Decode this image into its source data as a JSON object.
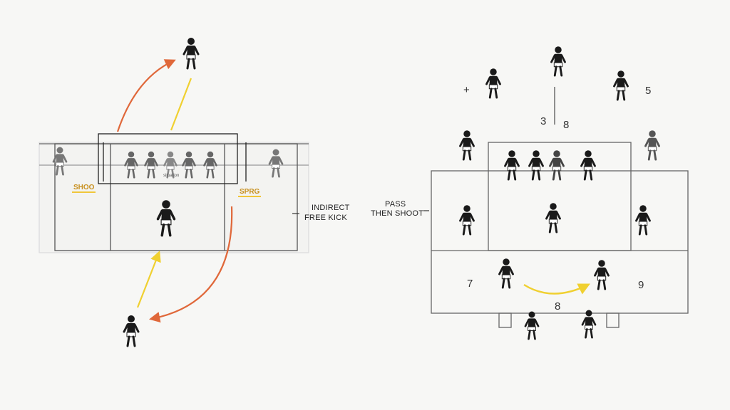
{
  "colors": {
    "background": "#f7f7f5",
    "lines": "#444444",
    "arrow_orange": "#e0683a",
    "arrow_yellow": "#f0d030",
    "player": "#1a1a1a",
    "tag_text": "#c8901e"
  },
  "left_diagram": {
    "tag_left": "SHOO",
    "tag_right": "SPRG",
    "wall_caption": "situation",
    "label_line1": "INDIRECT",
    "label_line2": "FREE KICK"
  },
  "right_diagram": {
    "label_line1": "PASS",
    "label_line2": "THEN SHOOT",
    "plus_mark": "+",
    "numbers": {
      "n5": "5",
      "n3": "3",
      "n8_top": "8",
      "n7": "7",
      "n8_bottom": "8",
      "n9": "9"
    }
  }
}
